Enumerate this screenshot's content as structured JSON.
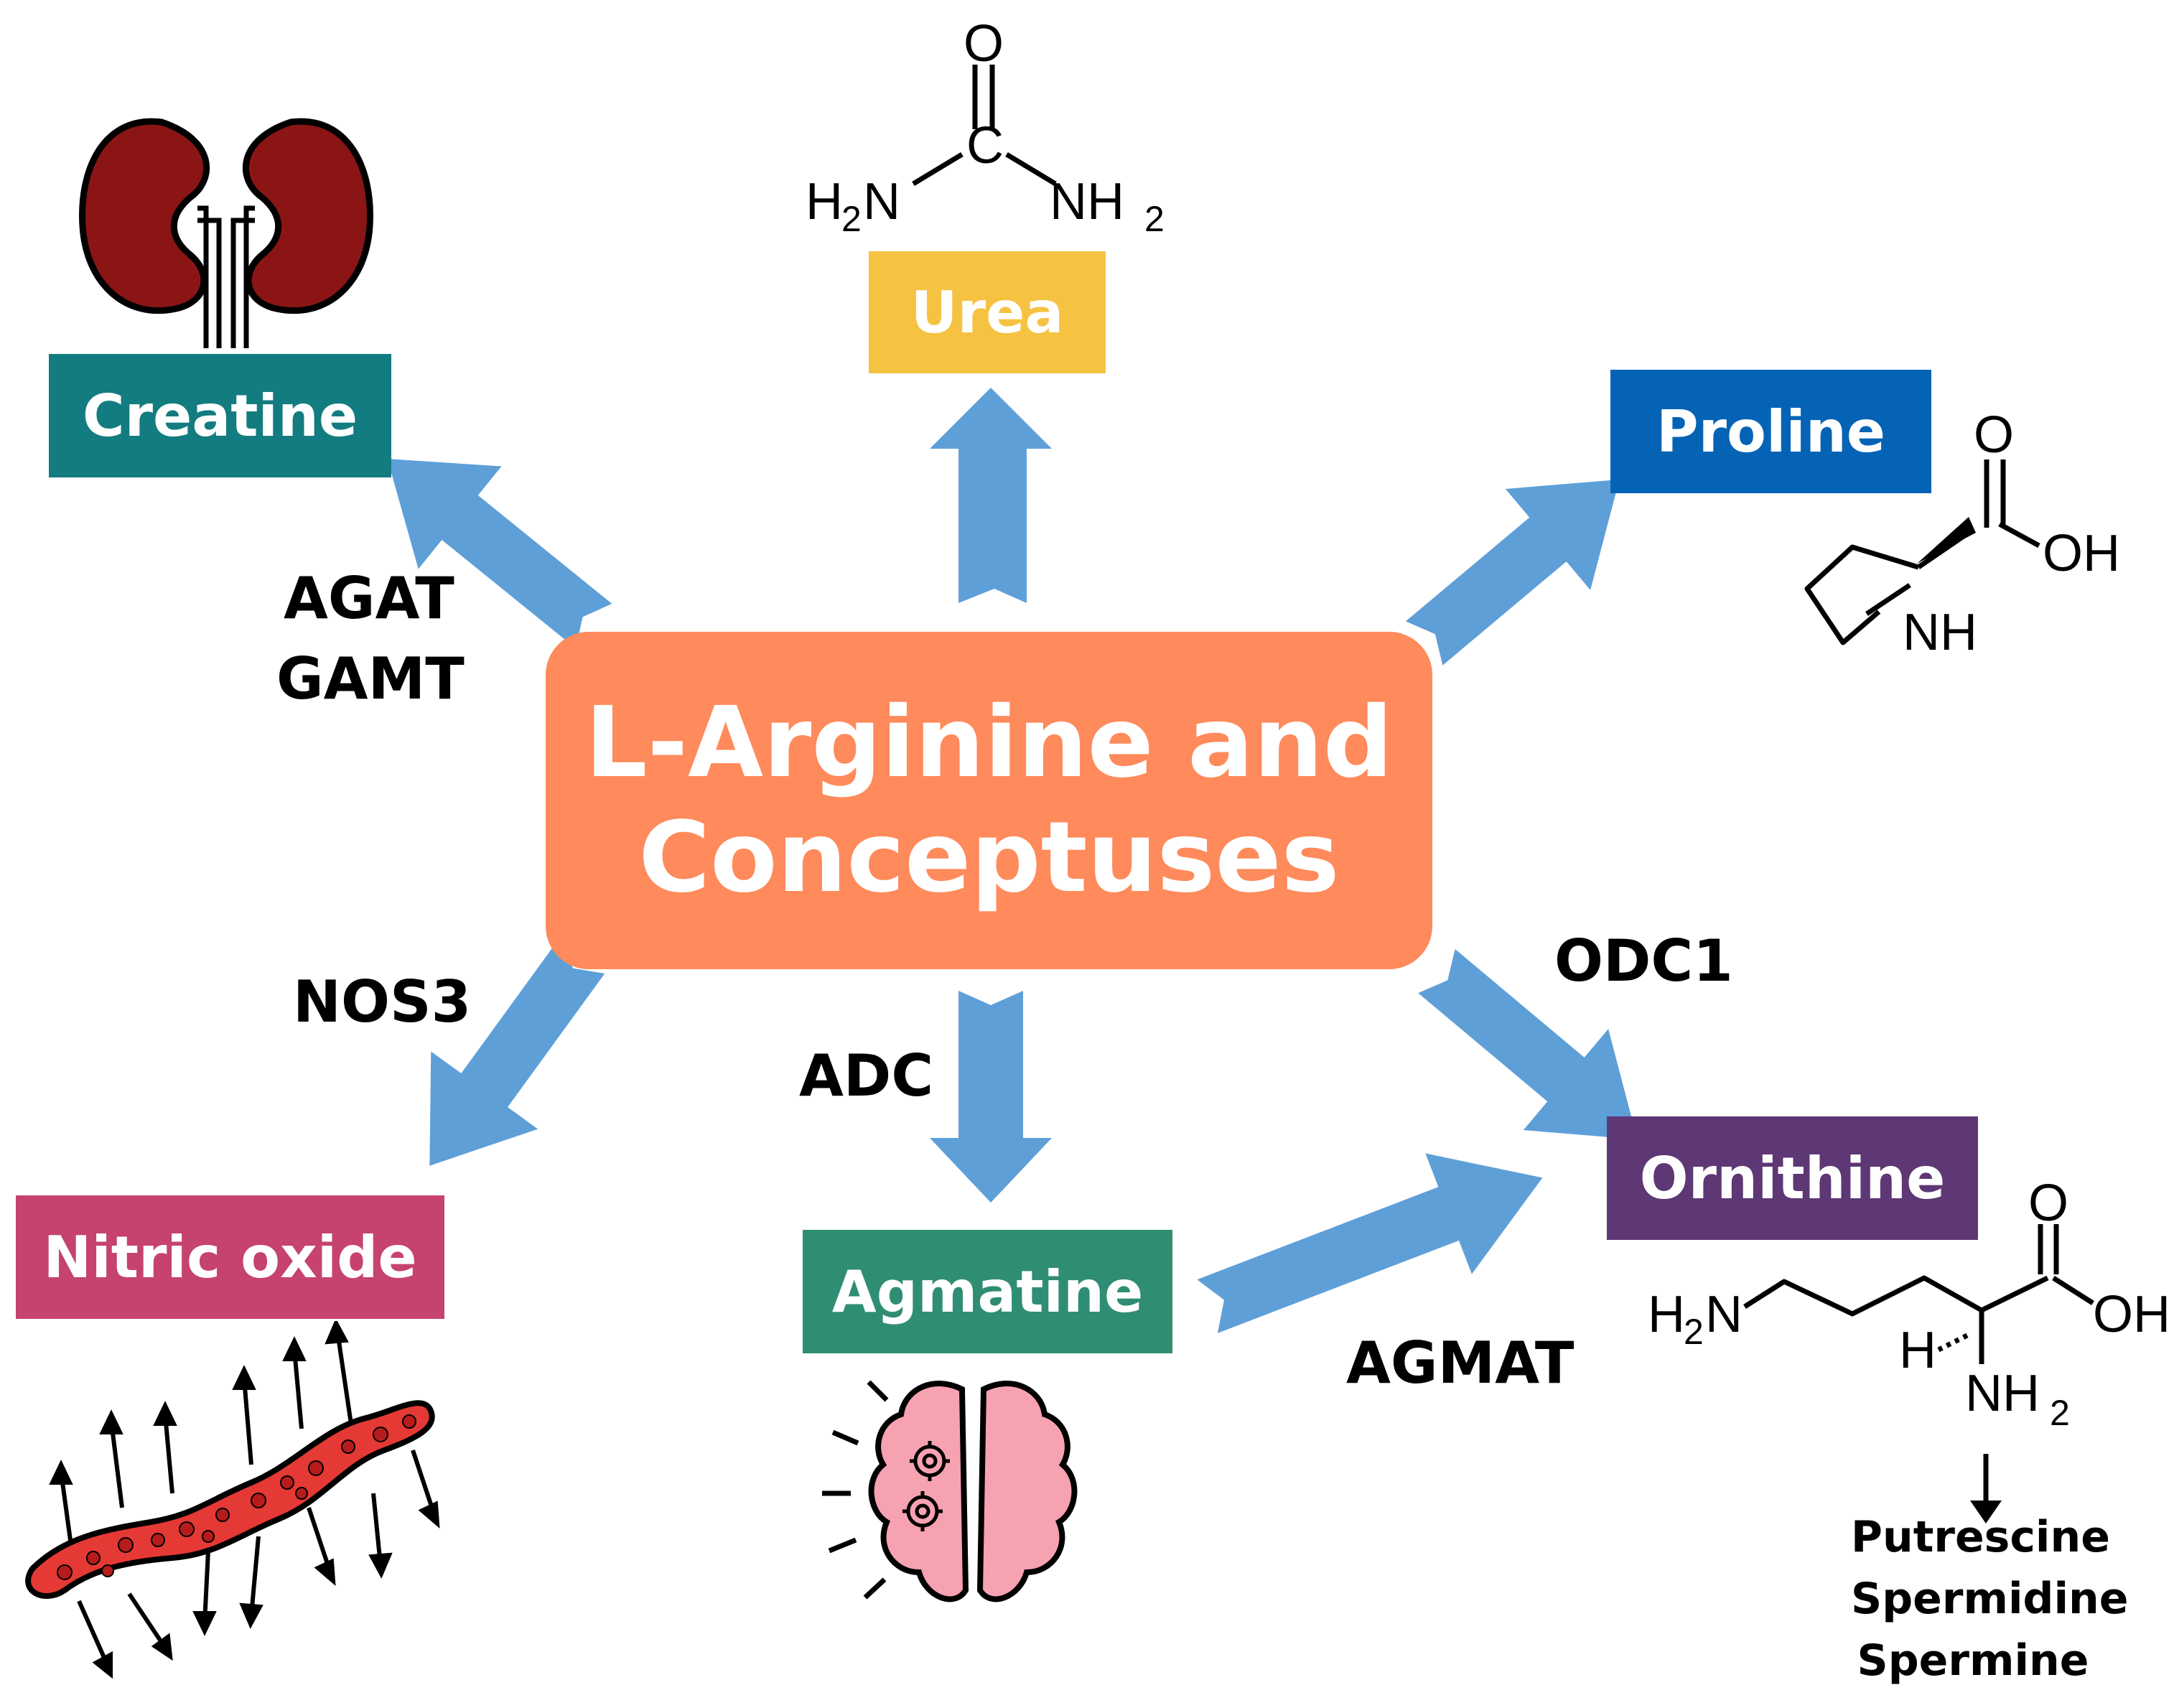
{
  "center_label": {
    "line1": "L-Arginine and",
    "line2": "Conceptuses",
    "color": "#FF8A5B"
  },
  "products": {
    "urea": {
      "label": "Urea",
      "color": "#F5C242"
    },
    "creatine": {
      "label": "Creatine",
      "color": "#137C80"
    },
    "proline": {
      "label": "Proline",
      "color": "#0563B6"
    },
    "ornithine": {
      "label": "Ornithine",
      "color": "#5E3775"
    },
    "nitric_oxide": {
      "label": "Nitric oxide",
      "color": "#C6426F"
    },
    "agmatine": {
      "label": "Agmatine",
      "color": "#2F8D73"
    }
  },
  "enzymes": {
    "agat": "AGAT",
    "gamt": "GAMT",
    "nos3": "NOS3",
    "adc": "ADC",
    "odc1": "ODC1",
    "agmat": "AGMAT"
  },
  "polyamines": [
    "Putrescine",
    "Spermidine",
    "Spermine"
  ],
  "chemistry": {
    "urea": {
      "o": "O",
      "c": "C",
      "left_h": "H",
      "left_sub": "2",
      "left_n": "N",
      "right_nh": "NH",
      "right_sub": "2"
    },
    "proline": {
      "o": "O",
      "oh": "OH",
      "nh": "NH"
    },
    "ornithine": {
      "h": "H",
      "sub2": "2",
      "n": "N",
      "o": "O",
      "oh": "OH",
      "h_stereo": "H",
      "nh": "NH",
      "nh_sub": "2"
    }
  },
  "colors": {
    "arrow": "#5E9FD8",
    "kidney": "#8B1515",
    "vessel": "#E53935",
    "vessel_dot": "#B71C1C",
    "brain": "#F6A2B0"
  },
  "icons": [
    "kidney-icon",
    "blood-vessel-icon",
    "brain-icon",
    "gear-icon",
    "down-arrow-icon"
  ]
}
